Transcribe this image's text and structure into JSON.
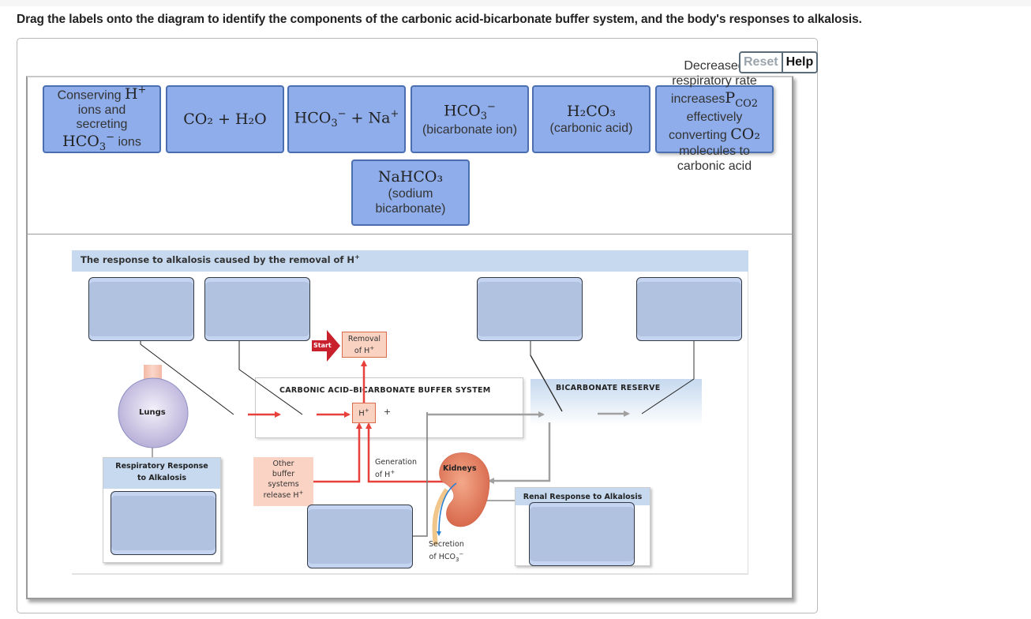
{
  "instructions": "Drag the labels onto the diagram to identify the components of the carbonic acid-bicarbonate buffer system, and the body's responses to alkalosis.",
  "toolbar": {
    "reset_label": "Reset",
    "help_label": "Help"
  },
  "labels": [
    {
      "id": "conserving",
      "line1": "Conserving ",
      "m1": "H",
      "m1sup": "+",
      "line2": "ions and",
      "line3": "secreting",
      "m2": "HCO",
      "m2sub": "3",
      "m2sup": "−",
      "line4": " ions"
    },
    {
      "id": "co2-h2o",
      "text": "CO₂ + H₂O"
    },
    {
      "id": "hco3-na",
      "m": "HCO",
      "sub": "3",
      "sup": "−",
      "rest": " + Na",
      "sup2": "+"
    },
    {
      "id": "bicarbonate-ion",
      "m": "HCO",
      "sub": "3",
      "sup": "−",
      "caption": "(bicarbonate ion)"
    },
    {
      "id": "carbonic-acid",
      "m": "H₂CO₃",
      "caption": "(carbonic acid)"
    },
    {
      "id": "decreased-respiratory",
      "line1": "Decreased",
      "line2": "respiratory rate",
      "line3a": "increases",
      "m1": "P",
      "m1sub": "CO2",
      "line4": "effectively",
      "line5a": "converting ",
      "m2": "CO₂",
      "line6": "molecules to",
      "line7": "carbonic acid"
    },
    {
      "id": "sodium-bicarbonate",
      "m": "NaHCO₃",
      "caption1": "(sodium",
      "caption2": "bicarbonate)"
    }
  ],
  "diagram": {
    "title": "The response to alkalosis caused by the removal of H",
    "title_sup": "+",
    "start_label": "Start",
    "removal_line1": "Removal",
    "removal_line2": "of H",
    "plus_sup": "+",
    "buffer_system_title": "CARBONIC ACID–BICARBONATE BUFFER SYSTEM",
    "h_plus": "H",
    "plus_sign": "+",
    "bicarbonate_reserve_title": "BICARBONATE RESERVE",
    "lungs_label": "Lungs",
    "respiratory_response_line1": "Respiratory Response",
    "respiratory_response_line2": "to Alkalosis",
    "other_buffer_line1": "Other",
    "other_buffer_line2": "buffer",
    "other_buffer_line3": "systems",
    "other_buffer_line4": "release H",
    "generation_line1": "Generation",
    "generation_line2": "of H",
    "kidneys_label": "Kidneys",
    "secretion_line1": "Secretion",
    "secretion_line2": "of HCO",
    "secretion_sub": "3",
    "secretion_sup": "−",
    "renal_response": "Renal Response to Alkalosis",
    "drop_targets": [
      "target-1",
      "target-2",
      "target-3",
      "target-4",
      "target-5",
      "target-6",
      "target-7"
    ]
  },
  "colors": {
    "label_fill": "#8fadea",
    "label_border": "#4a6fb0",
    "drop_fill": "#b0c2e0",
    "header_fill": "#c6d9ef",
    "arrow_red": "#e8403a",
    "start_red": "#c8202c",
    "peach": "#f9d2c2"
  }
}
